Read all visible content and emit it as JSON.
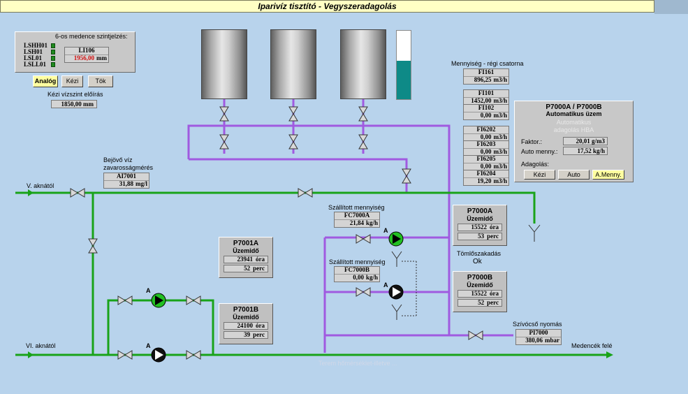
{
  "title": "Iparivíz tisztító  -  Vegyszeradagolás",
  "colors": {
    "background": "#b8d3ec",
    "water_pipe": "#19a319",
    "chem_pipe": "#a05ae0",
    "pump_on": "#22c022",
    "pump_off": "#000000",
    "level_fill": "#0e8a87"
  },
  "level_panel": {
    "title": "6-os medence szintjelzés:",
    "leds": [
      "LSHH01",
      "LSH01",
      "LSL01",
      "LSLL01"
    ],
    "tag": "LI106",
    "value": "1956,00",
    "unit": "mm"
  },
  "mode_buttons": {
    "analog": "Analóg",
    "manual": "Kézi",
    "full": "Tök"
  },
  "manual_level": {
    "label": "Kézi vízszint előírás",
    "value": "1850,00",
    "unit": "mm"
  },
  "level_bar": {
    "fill_fraction": 0.56
  },
  "inflow": {
    "title_line1": "Bejövő víz",
    "title_line2": "zavarosságmérés",
    "tag": "AI7001",
    "value": "31,88",
    "unit": "mg/l"
  },
  "source_labels": {
    "v": "V. aknától",
    "vi": "VI. aknától",
    "dest": "Medencék felé",
    "faint": "Terem hőmérséklet-illetve ..."
  },
  "old_channel": {
    "label": "Mennyiség - régi csatorna",
    "meters": [
      {
        "tag": "FI161",
        "value": "896,25",
        "unit": "m3/h"
      },
      {
        "tag": "FI101",
        "value": "1452,00",
        "unit": "m3/h"
      },
      {
        "tag": "FI102",
        "value": "0,00",
        "unit": "m3/h"
      },
      {
        "tag": "FI6202",
        "value": "0,00",
        "unit": "m3/h"
      },
      {
        "tag": "FI6203",
        "value": "0,00",
        "unit": "m3/h"
      },
      {
        "tag": "FI6205",
        "value": "0,00",
        "unit": "m3/h"
      },
      {
        "tag": "FI6204",
        "value": "19,20",
        "unit": "m3/h"
      }
    ]
  },
  "auto_panel": {
    "title": "P7000A / P7000B",
    "subtitle": "Automatikus üzem",
    "faded_line1": "Automatikus",
    "faded_line2": "adagolás HBA",
    "factor_label": "Faktor.:",
    "factor_value": "20,01",
    "factor_unit": "g/m3",
    "flow_label": "Auto menny.:",
    "flow_value": "17,52",
    "flow_unit": "kg/h",
    "dosing_label": "Adagolás:",
    "btn_manual": "Kézi",
    "btn_auto": "Auto",
    "btn_amount": "A.Menny."
  },
  "delivered_a": {
    "label": "Szállított mennyiség",
    "tag": "FC7000A",
    "value": "21,84",
    "unit": "kg/h"
  },
  "delivered_b": {
    "label": "Szállított mennyiség",
    "tag": "FC7000B",
    "value": "0,00",
    "unit": "kg/h"
  },
  "hose": {
    "label": "Tömlőszakadás",
    "status": "Ok"
  },
  "suction": {
    "label": "Szívócső nyomás",
    "tag": "PI7000",
    "value": "380,06",
    "unit": "mbar"
  },
  "pump_letter": "A",
  "pumps": {
    "p7000a": {
      "title": "P7000A",
      "sub": "Üzemidő",
      "hours": "15522",
      "hours_unit": "óra",
      "mins": "53",
      "mins_unit": "perc",
      "running": true
    },
    "p7000b": {
      "title": "P7000B",
      "sub": "Üzemidő",
      "hours": "15522",
      "hours_unit": "óra",
      "mins": "52",
      "mins_unit": "perc",
      "running": false
    },
    "p7001a": {
      "title": "P7001A",
      "sub": "Üzemidő",
      "hours": "23941",
      "hours_unit": "óra",
      "mins": "52",
      "mins_unit": "perc",
      "running": true
    },
    "p7001b": {
      "title": "P7001B",
      "sub": "Üzemidő",
      "hours": "24100",
      "hours_unit": "óra",
      "mins": "39",
      "mins_unit": "perc",
      "running": false
    }
  }
}
